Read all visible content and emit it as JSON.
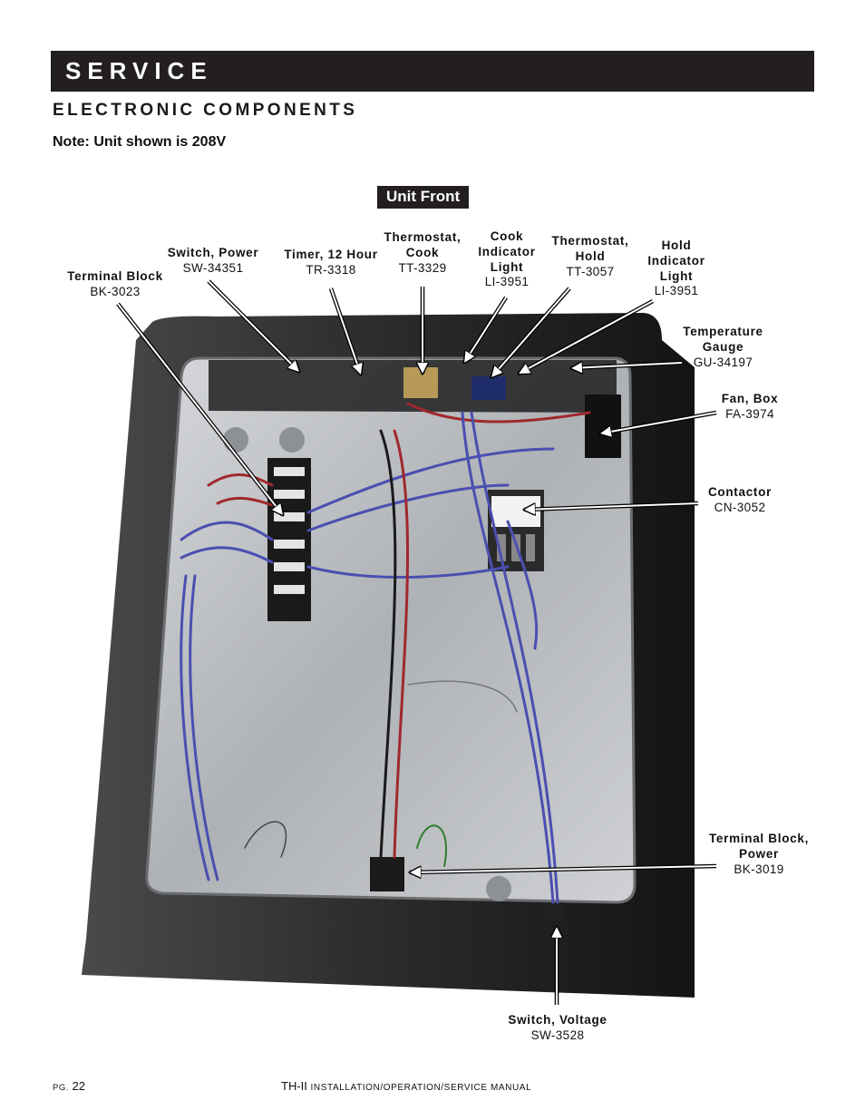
{
  "header": {
    "title": "SERVICE"
  },
  "section_title": "ELECTRONIC COMPONENTS",
  "note": "Note: Unit shown is 208V",
  "unit_front_label": "Unit Front",
  "callouts": {
    "terminal_block": {
      "name": "Terminal Block",
      "part": "BK-3023"
    },
    "switch_power": {
      "name": "Switch, Power",
      "part": "SW-34351"
    },
    "timer": {
      "name": "Timer, 12 Hour",
      "part": "TR-3318"
    },
    "thermostat_cook": {
      "name": "Thermostat,\nCook",
      "part": "TT-3329"
    },
    "cook_indicator": {
      "name": "Cook\nIndicator\nLight",
      "part": "LI-3951"
    },
    "thermostat_hold": {
      "name": "Thermostat,\nHold",
      "part": "TT-3057"
    },
    "hold_indicator": {
      "name": "Hold\nIndicator\nLight",
      "part": "LI-3951"
    },
    "temperature_gauge": {
      "name": "Temperature\nGauge",
      "part": "GU-34197"
    },
    "fan_box": {
      "name": "Fan, Box",
      "part": "FA-3974"
    },
    "contactor": {
      "name": "Contactor",
      "part": "CN-3052"
    },
    "terminal_block_power": {
      "name": "Terminal Block,\nPower",
      "part": "BK-3019"
    },
    "switch_voltage": {
      "name": "Switch, Voltage",
      "part": "SW-3528"
    }
  },
  "footer": {
    "page_prefix": "PG.",
    "page_number": "22",
    "model": "TH-II",
    "manual_title": "INSTALLATION/OPERATION/SERVICE MANUAL"
  },
  "colors": {
    "header_bg": "#231f20",
    "wire_blue": "#4a4fb0",
    "wire_red": "#a0282e",
    "panel_metal": "#b9bcc0",
    "frame_dark": "#2a2a2a"
  }
}
